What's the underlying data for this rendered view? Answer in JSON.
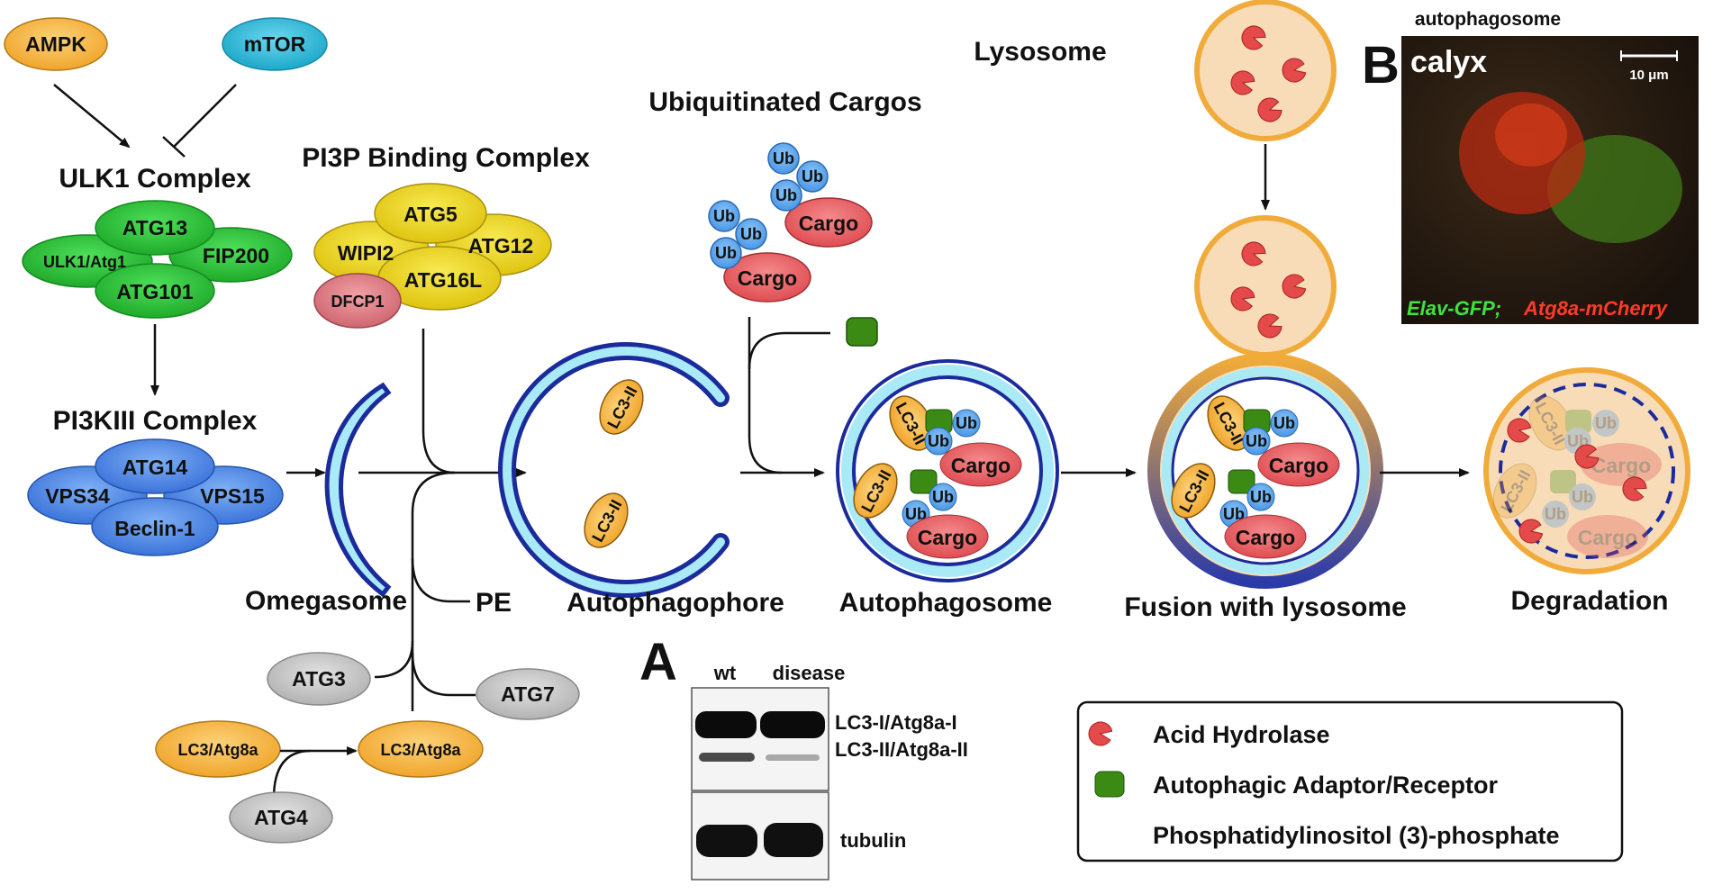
{
  "colors": {
    "ampk": "#f5b942",
    "mtor": "#33b9d6",
    "ulk": "#2ec43a",
    "pi3p": "#ecd61a",
    "dfcp1": "#e07f86",
    "pi3k": "#4a86e8",
    "gray": "#c8c8c8",
    "lc3": "#f5b942",
    "cargo": "#e8585c",
    "ub": "#5aa6ee",
    "membrane_dark": "#1b2b9c",
    "membrane_light": "#a9eaf6",
    "lysosome": "#f8dcb8",
    "lysosome_border": "#f0ab3a",
    "hydrolase": "#e44a4a",
    "adaptor": "#3a8a14"
  },
  "upstream": {
    "ampk": "AMPK",
    "mtor": "mTOR"
  },
  "ulk1": {
    "title": "ULK1 Complex",
    "members": [
      "ATG13",
      "ULK1/Atg1",
      "FIP200",
      "ATG101"
    ]
  },
  "pi3kiii": {
    "title": "PI3KIII Complex",
    "members": [
      "ATG14",
      "VPS34",
      "VPS15",
      "Beclin-1"
    ]
  },
  "pi3p_complex": {
    "title": "PI3P Binding Complex",
    "members": [
      "ATG5",
      "WIPI2",
      "ATG12",
      "ATG16L",
      "DFCP1"
    ]
  },
  "conjugation": {
    "pe": "PE",
    "atg3": "ATG3",
    "atg7": "ATG7",
    "atg4": "ATG4",
    "lc3_precursor": "LC3/Atg8a",
    "lc3_processed": "LC3/Atg8a"
  },
  "stages": {
    "omegasome": "Omegasome",
    "autophagophore": "Autophagophore",
    "autophagosome": "Autophagosome",
    "fusion": "Fusion with lysosome",
    "degradation": "Degradation",
    "lysosome": "Lysosome",
    "cargos_title": "Ubiquitinated Cargos"
  },
  "molecules": {
    "lc3ii": "LC3-II",
    "ub": "Ub",
    "cargo": "Cargo"
  },
  "panel_a": {
    "label": "A",
    "lanes": [
      "wt",
      "disease"
    ],
    "bands": [
      "LC3-I/Atg8a-I",
      "LC3-II/Atg8a-II",
      "tubulin"
    ]
  },
  "panel_b": {
    "label": "B",
    "title": "autophagosome",
    "region": "calyx",
    "scale": "10 μm",
    "caption_green": "Elav-GFP;",
    "caption_red": "Atg8a-mCherry"
  },
  "legend": {
    "items": [
      "Acid Hydrolase",
      "Autophagic Adaptor/Receptor",
      "Phosphatidylinositol (3)-phosphate"
    ]
  }
}
